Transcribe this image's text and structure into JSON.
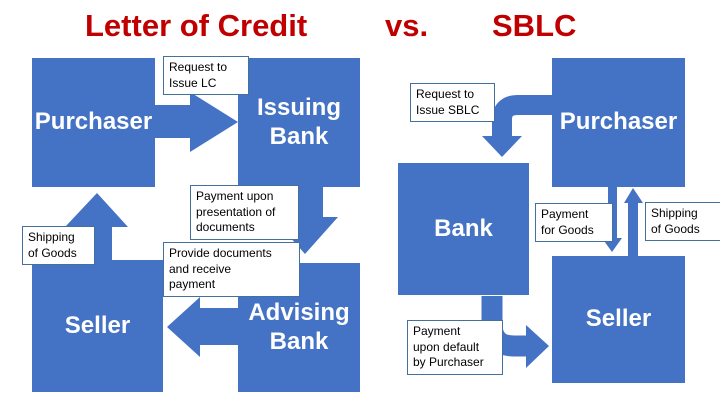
{
  "slide_title": {
    "left_heading": "Letter of Credit",
    "separator": "vs.",
    "right_heading": "SBLC"
  },
  "colors": {
    "heading_red": "#C00000",
    "shape_blue": "#4472C4",
    "callout_border_blue": "#41719C",
    "box_text": "#FFFFFF",
    "callout_text": "#000000"
  },
  "letter_of_credit_flow": {
    "purchaser_box": "Purchaser",
    "issuing_bank_box": "Issuing\nBank",
    "seller_box": "Seller",
    "advising_bank_box": "Advising\nBank",
    "request_label": "Request to\nIssue LC",
    "payment_label": "Payment upon\npresentation of\ndocuments",
    "provide_label": "Provide documents\nand receive\npayment",
    "shipping_label": "Shipping\nof Goods"
  },
  "sblc_flow": {
    "purchaser_box": "Purchaser",
    "bank_box": "Bank",
    "seller_box": "Seller",
    "request_label": "Request to\nIssue SBLC",
    "payment_for_goods_label": "Payment\nfor Goods",
    "shipping_label": "Shipping\nof Goods",
    "payment_default_label": "Payment\nupon default\nby Purchaser"
  }
}
